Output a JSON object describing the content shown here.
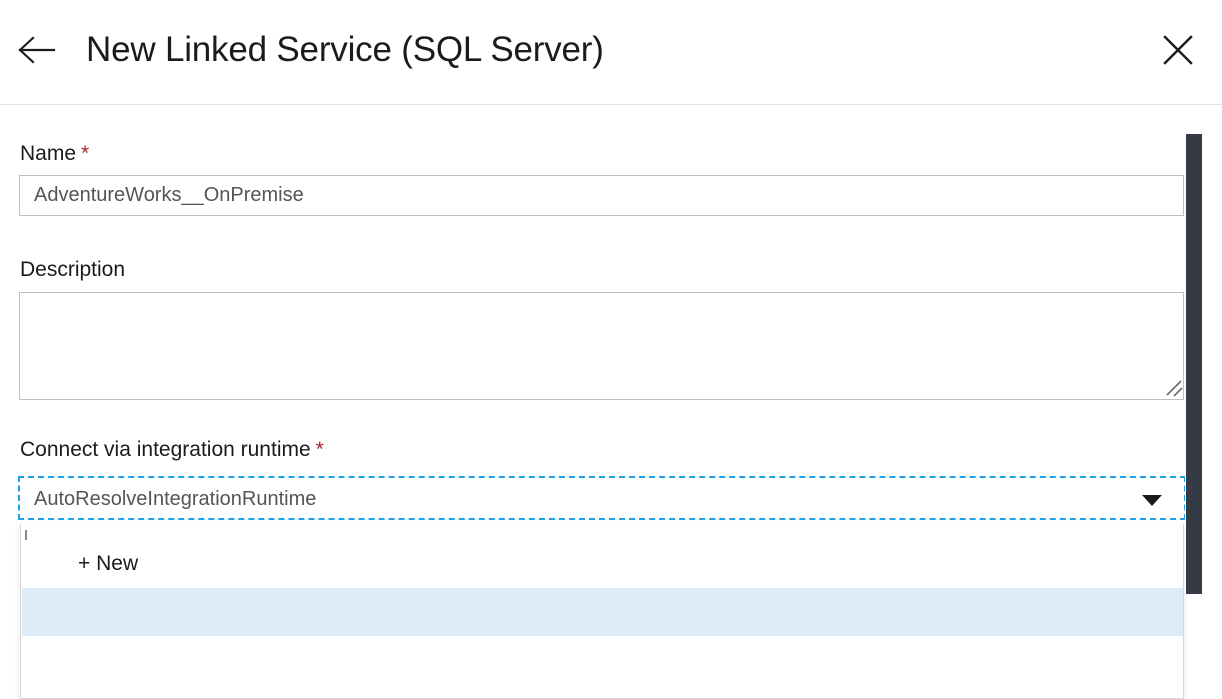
{
  "header": {
    "title": "New Linked Service (SQL Server)",
    "back_icon": "arrow-left-icon",
    "close_icon": "close-icon"
  },
  "form": {
    "name": {
      "label": "Name",
      "required": true,
      "required_marker": "*",
      "value": "AdventureWorks__OnPremise",
      "placeholder": ""
    },
    "description": {
      "label": "Description",
      "required": false,
      "value": "",
      "placeholder": ""
    },
    "integration_runtime": {
      "label": "Connect via integration runtime",
      "required": true,
      "required_marker": "*",
      "selected_value": "AutoResolveIntegrationRuntime",
      "info_icon": "info-icon",
      "info_glyph": "i",
      "chevron_icon": "chevron-down-icon",
      "dropdown_open": true,
      "options": [
        {
          "label": "+ New",
          "selected": false
        },
        {
          "label": "",
          "selected": true
        }
      ]
    }
  },
  "colors": {
    "focus_border": "#1aa3e8",
    "required_star": "#a4262c",
    "selected_row": "#deecfa",
    "scrollbar_thumb": "#343b44",
    "input_border": "#bfbfbf",
    "text": "#1b1b1b",
    "input_text": "#555555"
  },
  "scrollbar": {
    "name": "vertical-scrollbar",
    "orientation": "vertical"
  }
}
